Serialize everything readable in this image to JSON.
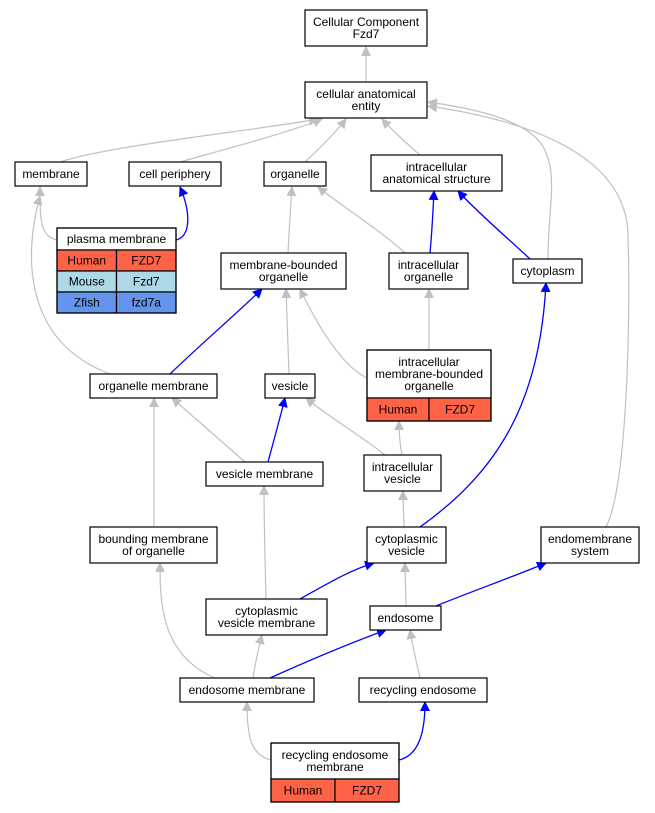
{
  "colors": {
    "gray_edge": "#c0c0c0",
    "blue_edge": "#0000ff",
    "human": "#ff6347",
    "mouse": "#add8e6",
    "zfish": "#6495ed"
  },
  "nodes": [
    {
      "id": "cc-fzd7",
      "lines": [
        "Cellular Component",
        "Fzd7"
      ]
    },
    {
      "id": "cellular-anatomical-entity",
      "lines": [
        "cellular anatomical",
        "entity"
      ]
    },
    {
      "id": "membrane",
      "lines": [
        "membrane"
      ]
    },
    {
      "id": "cell-periphery",
      "lines": [
        "cell periphery"
      ]
    },
    {
      "id": "organelle",
      "lines": [
        "organelle"
      ]
    },
    {
      "id": "intracellular-anatomical-structure",
      "lines": [
        "intracellular",
        "anatomical structure"
      ]
    },
    {
      "id": "plasma-membrane",
      "lines": [
        "plasma membrane"
      ],
      "rows": [
        {
          "species": "Human",
          "gene": "FZD7",
          "color": "human"
        },
        {
          "species": "Mouse",
          "gene": "Fzd7",
          "color": "mouse"
        },
        {
          "species": "Zfish",
          "gene": "fzd7a",
          "color": "zfish"
        }
      ]
    },
    {
      "id": "membrane-bounded-organelle",
      "lines": [
        "membrane-bounded",
        "organelle"
      ]
    },
    {
      "id": "intracellular-organelle",
      "lines": [
        "intracellular",
        "organelle"
      ]
    },
    {
      "id": "cytoplasm",
      "lines": [
        "cytoplasm"
      ]
    },
    {
      "id": "intracellular-membrane-bounded-organelle",
      "lines": [
        "intracellular",
        "membrane-bounded",
        "organelle"
      ],
      "rows": [
        {
          "species": "Human",
          "gene": "FZD7",
          "color": "human"
        }
      ]
    },
    {
      "id": "organelle-membrane",
      "lines": [
        "organelle membrane"
      ]
    },
    {
      "id": "vesicle",
      "lines": [
        "vesicle"
      ]
    },
    {
      "id": "vesicle-membrane",
      "lines": [
        "vesicle membrane"
      ]
    },
    {
      "id": "intracellular-vesicle",
      "lines": [
        "intracellular",
        "vesicle"
      ]
    },
    {
      "id": "bounding-membrane-of-organelle",
      "lines": [
        "bounding membrane",
        "of organelle"
      ]
    },
    {
      "id": "cytoplasmic-vesicle",
      "lines": [
        "cytoplasmic",
        "vesicle"
      ]
    },
    {
      "id": "endomembrane-system",
      "lines": [
        "endomembrane",
        "system"
      ]
    },
    {
      "id": "cytoplasmic-vesicle-membrane",
      "lines": [
        "cytoplasmic",
        "vesicle membrane"
      ]
    },
    {
      "id": "endosome",
      "lines": [
        "endosome"
      ]
    },
    {
      "id": "endosome-membrane",
      "lines": [
        "endosome membrane"
      ]
    },
    {
      "id": "recycling-endosome",
      "lines": [
        "recycling endosome"
      ]
    },
    {
      "id": "recycling-endosome-membrane",
      "lines": [
        "recycling endosome",
        "membrane"
      ],
      "rows": [
        {
          "species": "Human",
          "gene": "FZD7",
          "color": "human"
        }
      ]
    }
  ],
  "edges": [
    {
      "from": "cellular-anatomical-entity",
      "to": "cc-fzd7",
      "type": "gray"
    },
    {
      "from": "membrane",
      "to": "cellular-anatomical-entity",
      "type": "gray"
    },
    {
      "from": "cell-periphery",
      "to": "cellular-anatomical-entity",
      "type": "gray"
    },
    {
      "from": "organelle",
      "to": "cellular-anatomical-entity",
      "type": "gray"
    },
    {
      "from": "intracellular-anatomical-structure",
      "to": "cellular-anatomical-entity",
      "type": "gray"
    },
    {
      "from": "cytoplasm",
      "to": "cellular-anatomical-entity",
      "type": "gray"
    },
    {
      "from": "endomembrane-system",
      "to": "cellular-anatomical-entity",
      "type": "gray"
    },
    {
      "from": "plasma-membrane",
      "to": "membrane",
      "type": "gray"
    },
    {
      "from": "plasma-membrane",
      "to": "cell-periphery",
      "type": "blue"
    },
    {
      "from": "membrane-bounded-organelle",
      "to": "organelle",
      "type": "gray"
    },
    {
      "from": "intracellular-organelle",
      "to": "organelle",
      "type": "gray"
    },
    {
      "from": "intracellular-organelle",
      "to": "intracellular-anatomical-structure",
      "type": "blue"
    },
    {
      "from": "cytoplasm",
      "to": "intracellular-anatomical-structure",
      "type": "blue"
    },
    {
      "from": "organelle-membrane",
      "to": "membrane",
      "type": "gray"
    },
    {
      "from": "organelle-membrane",
      "to": "membrane-bounded-organelle",
      "type": "blue"
    },
    {
      "from": "vesicle",
      "to": "membrane-bounded-organelle",
      "type": "gray"
    },
    {
      "from": "intracellular-membrane-bounded-organelle",
      "to": "membrane-bounded-organelle",
      "type": "gray"
    },
    {
      "from": "intracellular-membrane-bounded-organelle",
      "to": "intracellular-organelle",
      "type": "gray"
    },
    {
      "from": "vesicle-membrane",
      "to": "organelle-membrane",
      "type": "gray"
    },
    {
      "from": "vesicle-membrane",
      "to": "vesicle",
      "type": "blue"
    },
    {
      "from": "intracellular-vesicle",
      "to": "vesicle",
      "type": "gray"
    },
    {
      "from": "intracellular-vesicle",
      "to": "intracellular-membrane-bounded-organelle",
      "type": "gray"
    },
    {
      "from": "bounding-membrane-of-organelle",
      "to": "organelle-membrane",
      "type": "gray"
    },
    {
      "from": "cytoplasmic-vesicle",
      "to": "intracellular-vesicle",
      "type": "gray"
    },
    {
      "from": "cytoplasmic-vesicle",
      "to": "cytoplasm",
      "type": "blue"
    },
    {
      "from": "cytoplasmic-vesicle-membrane",
      "to": "vesicle-membrane",
      "type": "gray"
    },
    {
      "from": "cytoplasmic-vesicle-membrane",
      "to": "cytoplasmic-vesicle",
      "type": "blue"
    },
    {
      "from": "endosome",
      "to": "cytoplasmic-vesicle",
      "type": "gray"
    },
    {
      "from": "endosome",
      "to": "endomembrane-system",
      "type": "blue"
    },
    {
      "from": "endosome-membrane",
      "to": "bounding-membrane-of-organelle",
      "type": "gray"
    },
    {
      "from": "endosome-membrane",
      "to": "cytoplasmic-vesicle-membrane",
      "type": "gray"
    },
    {
      "from": "endosome-membrane",
      "to": "endosome",
      "type": "blue"
    },
    {
      "from": "recycling-endosome",
      "to": "endosome",
      "type": "gray"
    },
    {
      "from": "recycling-endosome-membrane",
      "to": "endosome-membrane",
      "type": "gray"
    },
    {
      "from": "recycling-endosome-membrane",
      "to": "recycling-endosome",
      "type": "blue"
    }
  ]
}
